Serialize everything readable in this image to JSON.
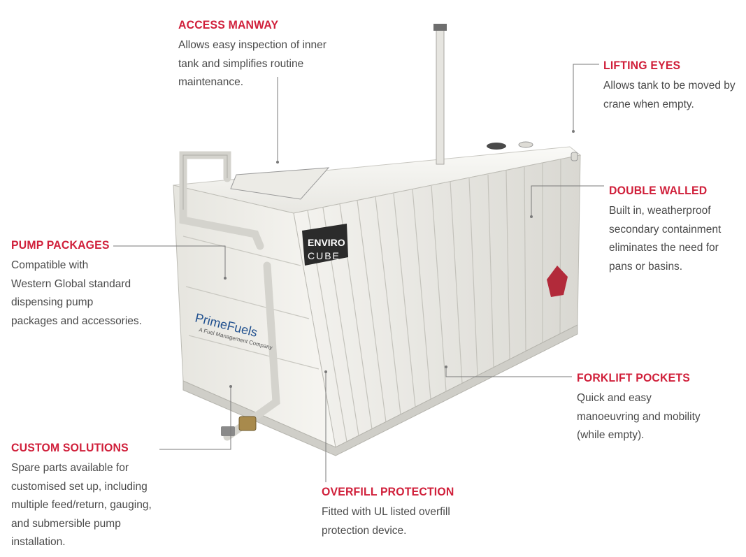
{
  "features": {
    "access_manway": {
      "title": "ACCESS MANWAY",
      "lines": [
        "Allows easy inspection of inner",
        "tank and simplifies routine",
        "maintenance."
      ]
    },
    "lifting_eyes": {
      "title": "LIFTING EYES",
      "lines": [
        "Allows tank to be moved by",
        "crane when empty."
      ]
    },
    "double_walled": {
      "title": "DOUBLE WALLED",
      "lines": [
        "Built in, weatherproof",
        "secondary containment",
        "eliminates the need for",
        "pans or basins."
      ]
    },
    "pump_packages": {
      "title": "PUMP PACKAGES",
      "lines": [
        "Compatible with",
        "Western Global standard",
        "dispensing pump",
        "packages and accessories."
      ]
    },
    "forklift_pockets": {
      "title": "FORKLIFT POCKETS",
      "lines": [
        "Quick and easy",
        "manoeuvring and mobility",
        "(while empty)."
      ]
    },
    "custom_solutions": {
      "title": "CUSTOM SOLUTIONS",
      "lines": [
        "Spare parts available for",
        "customised set up, including",
        "multiple feed/return, gauging,",
        "and submersible pump",
        "installation."
      ]
    },
    "overfill_protection": {
      "title": "OVERFILL PROTECTION",
      "lines": [
        "Fitted with UL listed overfill",
        "protection device."
      ]
    }
  },
  "tank": {
    "logo_line1": "ENVIRO",
    "logo_line2": "CUBE",
    "brand_name": "PrimeFuels",
    "brand_tagline": "A Fuel Management Company"
  },
  "colors": {
    "accent": "#d01f3a",
    "body_text": "#4a4a4a",
    "tank_white": "#eeede8"
  }
}
